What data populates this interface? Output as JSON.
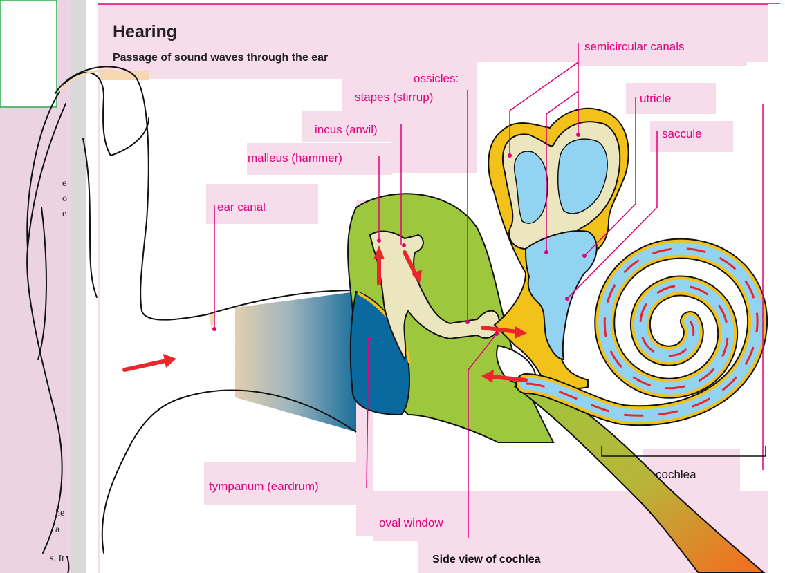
{
  "title": "Hearing",
  "subtitle": "Passage of sound waves through the ear",
  "caption": "Side view of cochlea",
  "labels": {
    "semicircular": "semicircular canals",
    "ossicles": "ossicles:",
    "stapes": "stapes (stirrup)",
    "utricle": "utricle",
    "incus": "incus (anvil)",
    "saccule": "saccule",
    "malleus": "malleus (hammer)",
    "ear_canal": "ear canal",
    "cochlea": "cochlea",
    "tympanum": "tympanum (eardrum)",
    "oval_window": "oval window"
  },
  "left_page_fragments": [
    "e",
    "o",
    "e",
    "he",
    "a",
    "s. It"
  ],
  "colors": {
    "label": "#e0007a",
    "panel": "#f7dcec",
    "arrow": "#e8262c",
    "middle_ear": "#9dc73c",
    "bone": "#ece6bf",
    "fluid": "#93d3f2",
    "gold": "#f2c21b",
    "eardrum": "#0a6aa0"
  }
}
